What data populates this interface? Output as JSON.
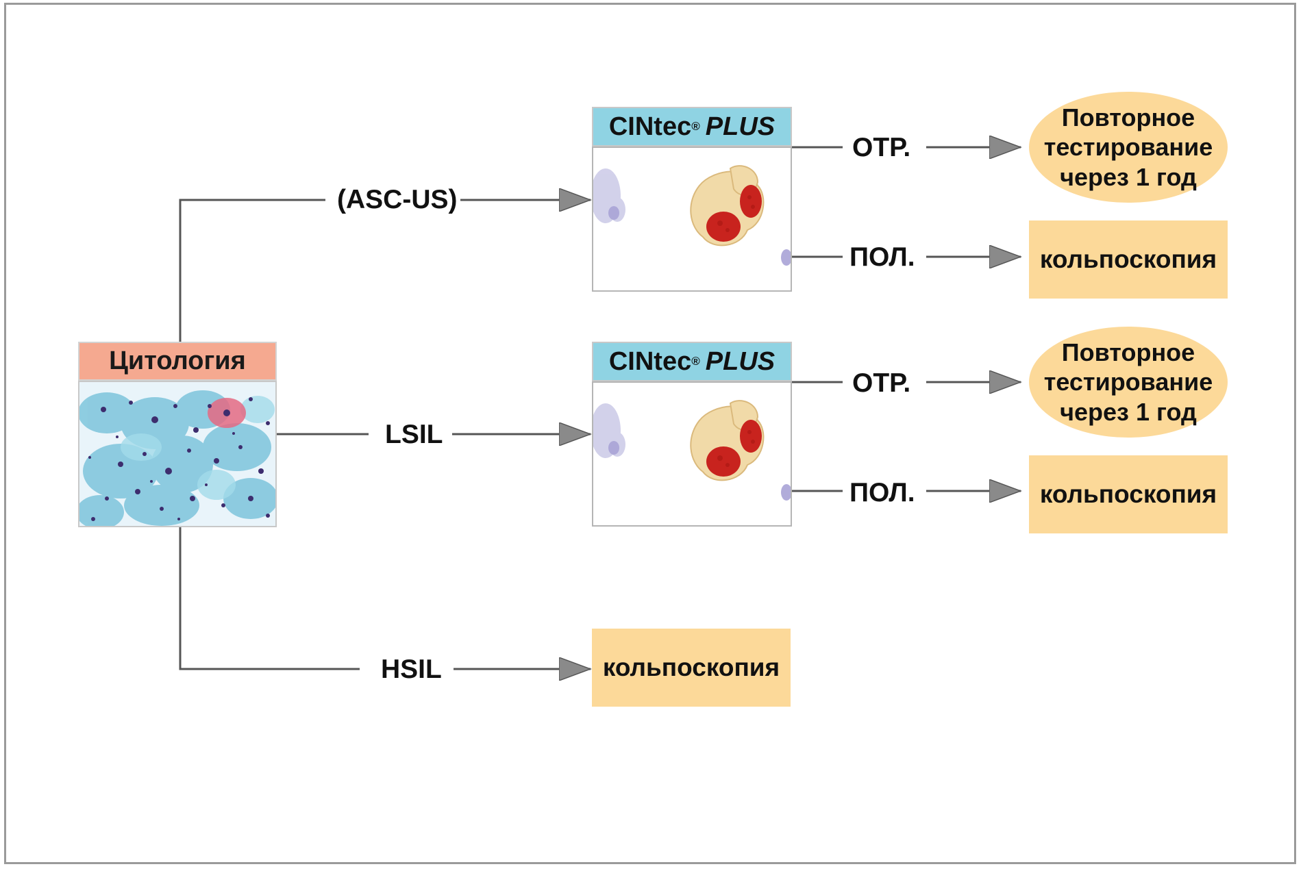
{
  "cytology": {
    "title": "Цитология"
  },
  "branches": [
    {
      "label": "(ASC-US)"
    },
    {
      "label": "LSIL"
    },
    {
      "label": "HSIL"
    }
  ],
  "test": {
    "name": "CINtec",
    "reg": "®",
    "suffix": "PLUS"
  },
  "outcomes": {
    "negative": "ОТР.",
    "positive": "ПОЛ."
  },
  "retest": {
    "line1": "Повторное",
    "line2": "тестирование",
    "line3": "через 1 год"
  },
  "colposcopy": "кольпоскопия",
  "colors": {
    "cytology_header": "#f5a990",
    "cintec_header": "#8fd3e3",
    "outcome_fill": "#fcd999",
    "connector": "#555555",
    "arrowhead": "#8a8a8a"
  }
}
